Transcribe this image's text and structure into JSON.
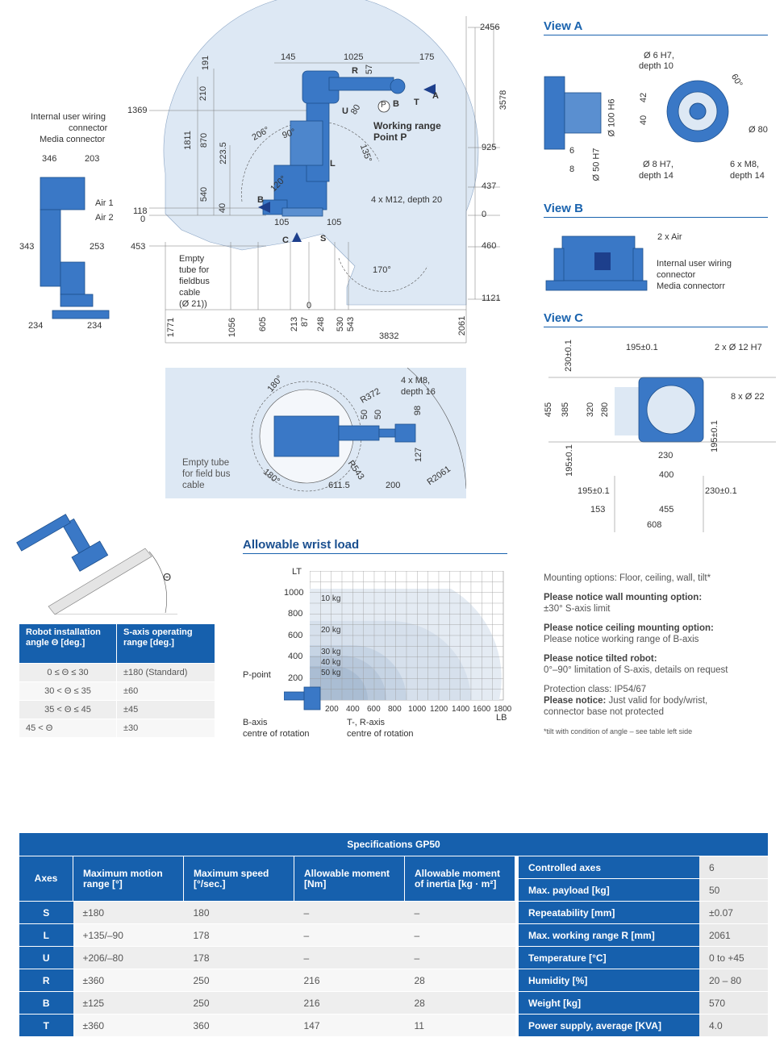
{
  "colors": {
    "brand": "#1660ad",
    "workspace": "#dde8f4",
    "robot": "#3a78c6"
  },
  "main_drawing": {
    "labels": {
      "internal_wiring": "Internal user wiring",
      "connector": "connector",
      "media_connector": "Media connector",
      "air1": "Air 1",
      "air2": "Air 2",
      "working_range": "Working range",
      "point_p": "Point P",
      "m12": "4 x M12, depth 20",
      "empty_tube_1": "Empty",
      "empty_tube_2": "tube for",
      "empty_tube_3": "fieldbus",
      "empty_tube_4": "cable",
      "empty_tube_5": "(Ø 21))",
      "L": "L",
      "U": "U",
      "R": "R",
      "B": "B",
      "T": "T",
      "A": "A",
      "P": "P",
      "C": "C",
      "S": "S",
      "B2": "B"
    },
    "dims": {
      "d346": "346",
      "d203": "203",
      "d343": "343",
      "d253": "253",
      "d234a": "234",
      "d234b": "234",
      "d1369": "1369",
      "d118": "118",
      "d0a": "0",
      "d453": "453",
      "d191": "191",
      "d210": "210",
      "d1811": "1811",
      "d870": "870",
      "d2235": "223.5",
      "d540": "540",
      "d40": "40",
      "d145": "145",
      "d1025": "1025",
      "d175": "175",
      "d57": "57",
      "d80": "80",
      "d2456": "2456",
      "d3578": "3578",
      "d925": "925",
      "d437": "437",
      "d0b": "0",
      "d460": "460",
      "d1121": "1121",
      "d206": "206°",
      "d90": "90°",
      "d120": "120°",
      "d135": "135°",
      "d170": "170°",
      "d105a": "105",
      "d105b": "105",
      "d1771": "1771",
      "d1056": "1056",
      "d605": "605",
      "d213": "213",
      "d87": "87",
      "d0c": "0",
      "d248": "248",
      "d530": "530",
      "d543": "543",
      "d2061": "2061",
      "d3832": "3832"
    }
  },
  "top_view": {
    "d180a": "180°",
    "d180b": "180°",
    "r372": "R372",
    "m8": "4 x M8,",
    "m8b": "depth 16",
    "d50a": "50",
    "d50b": "50",
    "d98": "98",
    "d127": "127",
    "r543": "R543",
    "r2061": "R2061",
    "d6115": "611.5",
    "d200": "200",
    "tube1": "Empty tube",
    "tube2": "for field bus",
    "tube3": "cable"
  },
  "view_a": {
    "title": "View A",
    "d6h7": "Ø 6 H7,",
    "d6h7b": "depth 10",
    "d60": "60°",
    "d42": "42",
    "d40": "40",
    "d100": "Ø 100 H6",
    "d80": "Ø 80",
    "d6": "6",
    "d8": "8",
    "d50": "Ø 50 H7",
    "d8h7": "Ø 8 H7,",
    "d8h7b": "depth 14",
    "m8": "6 x M8,",
    "m8b": "depth 14"
  },
  "view_b": {
    "title": "View B",
    "air": "2 x Air",
    "wiring1": "Internal user wiring",
    "wiring2": "connector",
    "wiring3": "Media connectorr"
  },
  "view_c": {
    "title": "View C",
    "d195": "195±0.1",
    "d12h7": "2 x Ø 12 H7",
    "d230v": "230±0.1",
    "d22": "8 x Ø 22",
    "d455": "455",
    "d385": "385",
    "d320": "320",
    "d280": "280",
    "d195v": "195±0.1",
    "d195v2": "195±0.1",
    "d230": "230",
    "d400": "400",
    "d195b": "195±0.1",
    "d230b": "230±0.1",
    "d153": "153",
    "d455b": "455",
    "d608": "608"
  },
  "wrist_load": {
    "title": "Allowable wrist load",
    "lt": "LT",
    "lb": "LB",
    "y_ticks": [
      "1000",
      "800",
      "600",
      "400",
      "200"
    ],
    "x_ticks": [
      "200",
      "400",
      "600",
      "800",
      "1000",
      "1200",
      "1400",
      "1600",
      "1800"
    ],
    "curves": [
      "10 kg",
      "20 kg",
      "30 kg",
      "40 kg",
      "50 kg"
    ],
    "p_point": "P-point",
    "b_axis1": "B-axis",
    "b_axis2": "centre of rotation",
    "tr_axis1": "T-, R-axis",
    "tr_axis2": "centre of rotation"
  },
  "tilt_figure": {
    "theta": "Θ"
  },
  "installation_table": {
    "h1": "Robot installation angle Θ [deg.]",
    "h2": "S-axis operating range [deg.]",
    "rows": [
      [
        "0 ≤ Θ ≤ 30",
        "±180 (Standard)"
      ],
      [
        "30 < Θ ≤ 35",
        "±60"
      ],
      [
        "35 < Θ ≤ 45",
        "±45"
      ],
      [
        "45 < Θ",
        "±30"
      ]
    ]
  },
  "notes": {
    "mounting": "Mounting options: Floor, ceiling, wall, tilt*",
    "wall_title": "Please notice wall mounting option:",
    "wall_text": "±30° S-axis limit",
    "ceiling_title": "Please notice ceiling mounting option:",
    "ceiling_text": "Please notice working range of B-axis",
    "tilt_title": "Please notice tilted robot:",
    "tilt_text": "0°–90° limitation of S-axis, details on request",
    "protection": "Protection class: IP54/67",
    "notice_title": "Please notice:",
    "notice_text": " Just valid for body/wrist,",
    "notice_text2": "connector base not protected",
    "footnote": "*tilt with condition of angle – see table left side"
  },
  "spec_table": {
    "caption": "Specifications GP50",
    "headers": [
      "Axes",
      "Maximum motion range [°]",
      "Maximum speed [°/sec.]",
      "Allowable moment [Nm]",
      "Allowable moment of inertia [kg · m²]"
    ],
    "rows": [
      [
        "S",
        "±180",
        "180",
        "–",
        "–"
      ],
      [
        "L",
        "+135/–90",
        "178",
        "–",
        "–"
      ],
      [
        "U",
        "+206/–80",
        "178",
        "–",
        "–"
      ],
      [
        "R",
        "±360",
        "250",
        "216",
        "28"
      ],
      [
        "B",
        "±125",
        "250",
        "216",
        "28"
      ],
      [
        "T",
        "±360",
        "360",
        "147",
        "11"
      ]
    ],
    "props": [
      [
        "Controlled axes",
        "6"
      ],
      [
        "Max. payload [kg]",
        "50"
      ],
      [
        "Repeatability [mm]",
        "±0.07"
      ],
      [
        "Max. working range R [mm]",
        "2061"
      ],
      [
        "Temperature [°C]",
        "0 to +45"
      ],
      [
        "Humidity [%]",
        "20 – 80"
      ],
      [
        "Weight [kg]",
        "570"
      ],
      [
        "Power supply, average [KVA]",
        "4.0"
      ]
    ]
  }
}
